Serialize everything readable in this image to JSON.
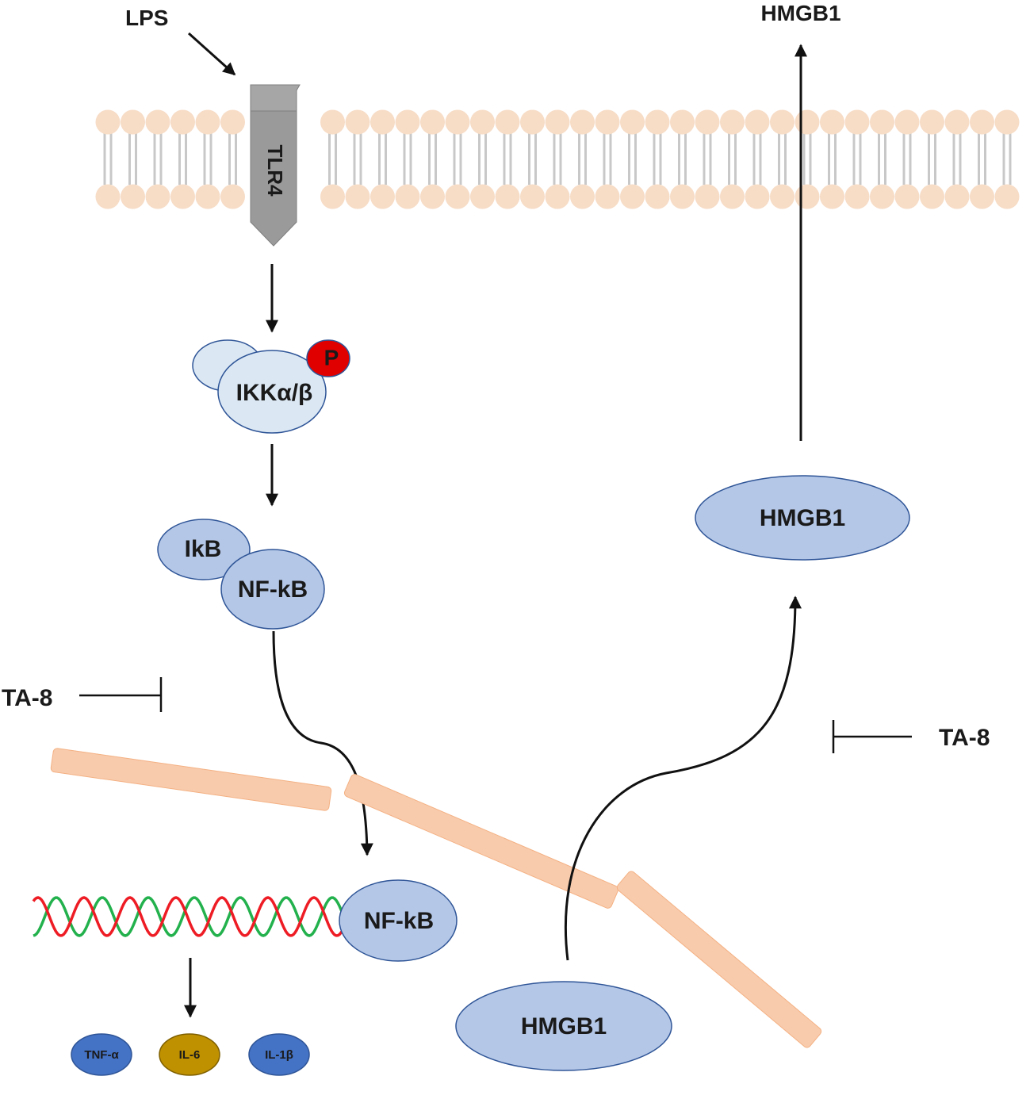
{
  "labels": {
    "lps": "LPS",
    "tlr4": "TLR4",
    "hmgb1_extracellular": "HMGB1",
    "phospho": "P",
    "ikk": "IKKα/β",
    "ikb": "IkB",
    "nfkb_cytoplasm": "NF-kB",
    "ta8_left": "TA-8",
    "ta8_right": "TA-8",
    "hmgb1_cytoplasm": "HMGB1",
    "nfkb_nucleus": "NF-kB",
    "hmgb1_nucleus": "HMGB1",
    "tnf_alpha": "TNF-α",
    "il6": "IL-6",
    "il1b": "IL-1β"
  },
  "colors": {
    "membrane_head": "#f7dcc6",
    "membrane_tail": "#c8c8c8",
    "receptor": "#9a9a9a",
    "ikk_fill": "#dbe8f4",
    "protein_fill": "#b4c7e7",
    "protein_stroke": "#2f5597",
    "phospho_fill": "#e00000",
    "nuclear_envelope": "#f8cbad",
    "dna_green": "#22b14c",
    "dna_red": "#ee1c24",
    "cytokine_blue": "#4472c4",
    "cytokine_gold": "#bf9000"
  }
}
